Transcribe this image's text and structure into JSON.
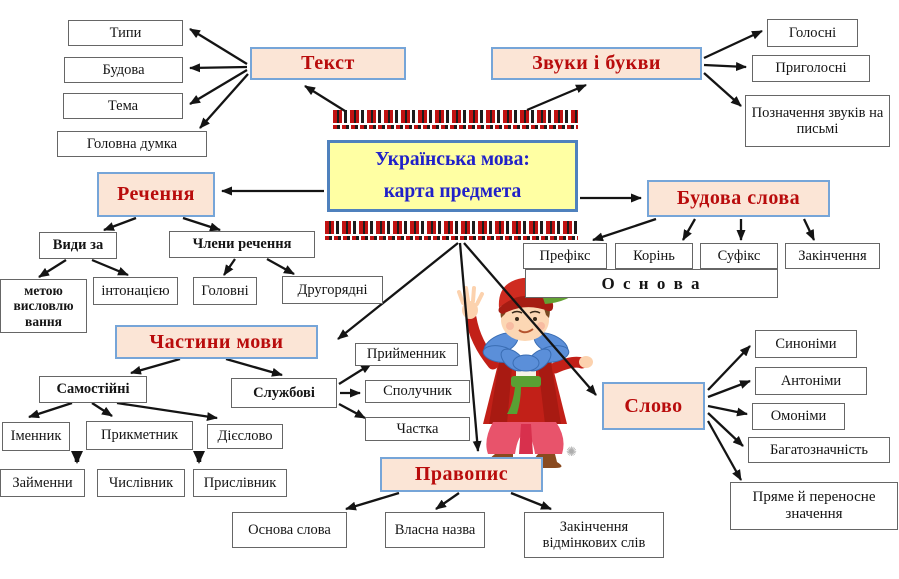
{
  "diagram": {
    "center": {
      "line1": "Українська мова:",
      "line2": "карта предмета"
    },
    "tekst": {
      "label": "Текст",
      "children": [
        "Типи",
        "Будова",
        "Тема",
        "Головна думка"
      ]
    },
    "zvuky_i_bukvy": {
      "label": "Звуки і букви",
      "children": [
        "Голосні",
        "Приголосні",
        "Позначення звуків на письмі"
      ]
    },
    "rechennia": {
      "label": "Речення",
      "vydy_za": {
        "label": "Види за",
        "children": [
          "метою висловлю вання",
          "інтонацією"
        ]
      },
      "chleny_rechennia": {
        "label": "Члени речення",
        "children": [
          "Головні",
          "Другорядні"
        ]
      }
    },
    "budova_slova": {
      "label": "Будова слова",
      "children": [
        "Префікс",
        "Корінь",
        "Суфікс",
        "Закінчення"
      ],
      "osnova": "О с н о в а"
    },
    "chastyny_movy": {
      "label": "Частини мови",
      "samostiini": {
        "label": "Самостійні",
        "children": [
          "Іменник",
          "Прикметник",
          "Дієслово"
        ],
        "row2": [
          "Займенни",
          "Числівник",
          "Прислівник"
        ]
      },
      "sluzhbovi": {
        "label": "Службові",
        "children": [
          "Прийменник",
          "Сполучник",
          "Частка"
        ]
      }
    },
    "slovo": {
      "label": "Слово",
      "children": [
        "Синоніми",
        "Антоніми",
        "Омоніми",
        "Багатозначність",
        "Пряме й переносне значення"
      ]
    },
    "pravopys": {
      "label": "Правопис",
      "children": [
        "Основа слова",
        "Власна назва",
        "Закінчення відмінкових слів"
      ]
    }
  },
  "icons": {
    "watermark_glyph": "✺"
  },
  "colors": {
    "topic_bg": "#fbe5d6",
    "topic_border": "#76a5d8",
    "topic_text": "#b90c0c",
    "center_bg": "#ffffa3",
    "center_border": "#4f81bd",
    "center_text": "#2121c8",
    "arrow": "#141414",
    "ornament_red": "#c11212",
    "ornament_black": "#1c1c1c"
  }
}
